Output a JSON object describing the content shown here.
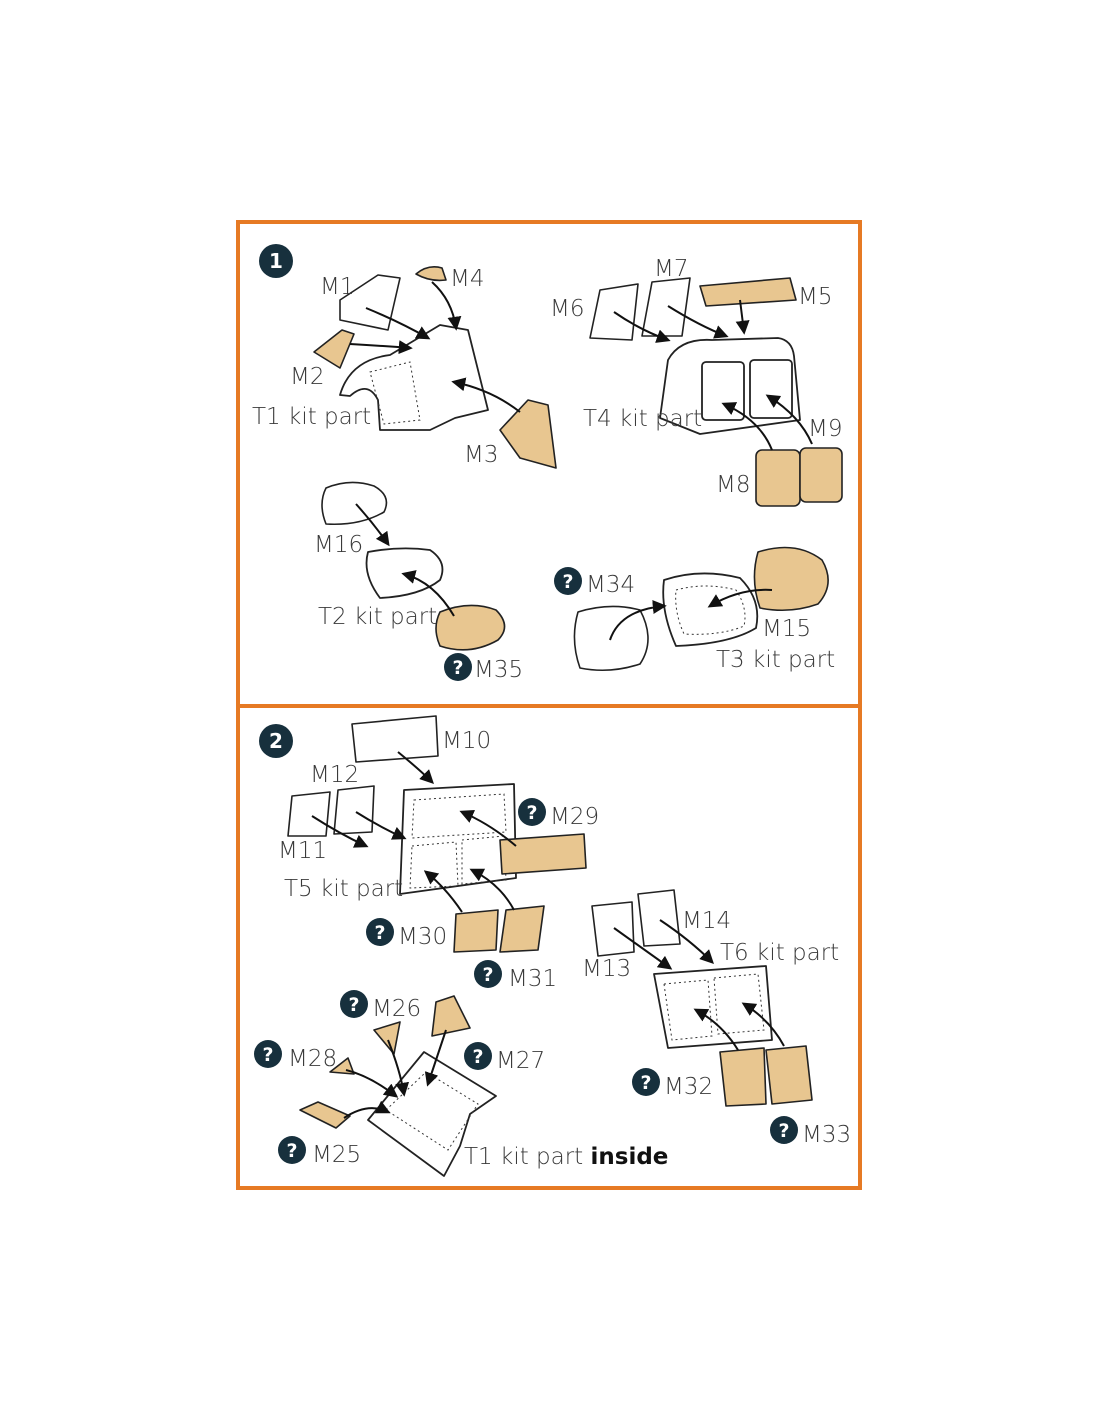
{
  "steps": [
    {
      "number": "1",
      "labels": {
        "m1": "M1",
        "m4": "M4",
        "m2": "M2",
        "t1": "T1 kit part",
        "m3": "M3",
        "m7": "M7",
        "m6": "M6",
        "m5": "M5",
        "t4": "T4 kit part",
        "m9": "M9",
        "m8": "M8",
        "m16": "M16",
        "t2": "T2 kit part",
        "m35": "M35",
        "m34": "M34",
        "m15": "M15",
        "t3": "T3 kit part"
      }
    },
    {
      "number": "2",
      "labels": {
        "m10": "M10",
        "m12": "M12",
        "m29": "M29",
        "m11": "M11",
        "t5": "T5 kit part",
        "m30": "M30",
        "m31": "M31",
        "m14": "M14",
        "t6": "T6 kit part",
        "m13": "M13",
        "m32": "M32",
        "m33": "M33",
        "m26": "M26",
        "m28": "M28",
        "m27": "M27",
        "m25": "M25",
        "t1_prefix": "T1 kit part",
        "t1_bold": "inside"
      }
    }
  ],
  "help_symbol": "?",
  "colors": {
    "frame": "#e67a24",
    "mask": "#e8c690",
    "badge": "#17303d"
  }
}
